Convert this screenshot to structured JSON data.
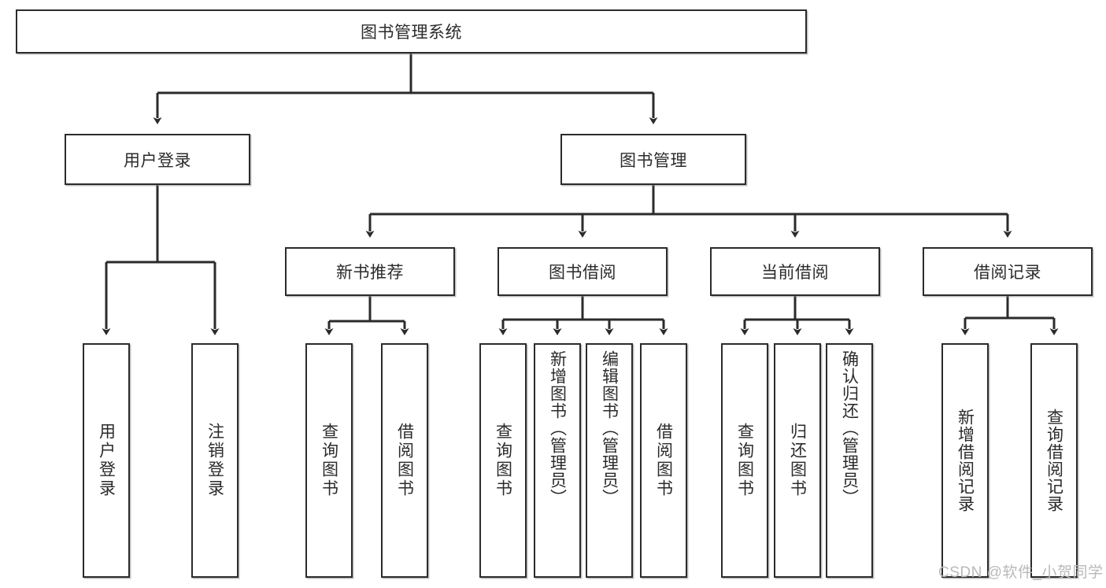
{
  "diagram": {
    "type": "hierarchy-tree",
    "title": "图书管理系统",
    "root": {
      "id": "root",
      "label": "图书管理系统"
    },
    "level2": [
      {
        "id": "user-login",
        "label": "用户登录"
      },
      {
        "id": "book-manage",
        "label": "图书管理"
      }
    ],
    "level3": [
      {
        "id": "new-book-recommend",
        "label": "新书推荐",
        "parent": "book-manage"
      },
      {
        "id": "book-borrow",
        "label": "图书借阅",
        "parent": "book-manage"
      },
      {
        "id": "current-borrow",
        "label": "当前借阅",
        "parent": "book-manage"
      },
      {
        "id": "borrow-record",
        "label": "借阅记录",
        "parent": "book-manage"
      }
    ],
    "leaves": {
      "user-login": [
        {
          "id": "leaf-user-login",
          "label": "用户登录"
        },
        {
          "id": "leaf-user-logout",
          "label": "注销登录"
        }
      ],
      "new-book-recommend": [
        {
          "id": "leaf-query-book-1",
          "label": "查询图书"
        },
        {
          "id": "leaf-borrow-book-1",
          "label": "借阅图书"
        }
      ],
      "book-borrow": [
        {
          "id": "leaf-query-book-2",
          "label": "查询图书"
        },
        {
          "id": "leaf-add-book",
          "label": "新增图书（管理员）"
        },
        {
          "id": "leaf-edit-book",
          "label": "编辑图书（管理员）"
        },
        {
          "id": "leaf-borrow-book-2",
          "label": "借阅图书"
        }
      ],
      "current-borrow": [
        {
          "id": "leaf-query-book-3",
          "label": "查询图书"
        },
        {
          "id": "leaf-return-book",
          "label": "归还图书"
        },
        {
          "id": "leaf-confirm-return",
          "label": "确认归还（管理员）"
        }
      ],
      "borrow-record": [
        {
          "id": "leaf-add-record",
          "label": "新增借阅记录"
        },
        {
          "id": "leaf-query-record",
          "label": "查询借阅记录"
        }
      ]
    },
    "watermark": "CSDN @软件_小贺同学",
    "colors": {
      "stroke": "#2b2b2b",
      "fill": "#ffffff",
      "text": "#2b2b2b",
      "watermark": "#b9b9b9"
    }
  }
}
